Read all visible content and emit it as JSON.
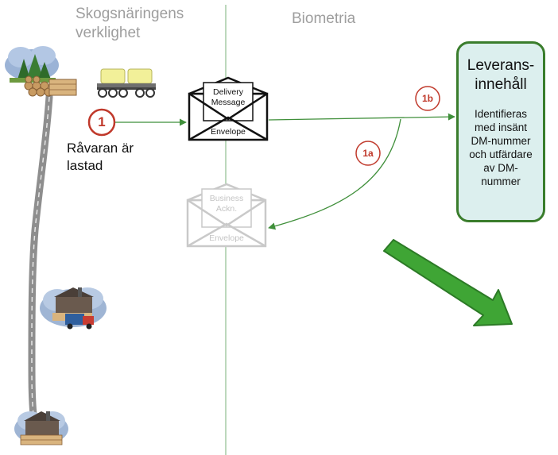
{
  "lanes": {
    "left_title": [
      "Skogsnäringens",
      "verklighet"
    ],
    "right_title": "Biometria"
  },
  "step1": {
    "number": "1",
    "text": [
      "Råvaran är",
      "lastad"
    ]
  },
  "delivery_envelope": {
    "top_lines": [
      "Delivery",
      "Message"
    ],
    "bottom": "Envelope"
  },
  "business_envelope": {
    "top_lines": [
      "Business",
      "Ackn."
    ],
    "bottom": "Envelope"
  },
  "marker_1a": "1a",
  "marker_1b": "1b",
  "delivery_box": {
    "title": [
      "Leverans-",
      "innehåll"
    ],
    "body": [
      "Identifieras",
      "med insänt",
      "DM-nummer",
      "och utfärdare",
      "av DM-",
      "nummer"
    ]
  },
  "colors": {
    "divider": "#8fbf8f",
    "arrow_green": "#3f8f3a",
    "marker_red": "#c0392b",
    "big_arrow": "#3fa535",
    "box_border": "#3a7d2c",
    "box_fill": "#dcefee"
  },
  "icons": [
    "forest-logs-icon",
    "truck-icon",
    "sawmill-truck-icon",
    "sawmill-icon",
    "road-icon"
  ]
}
